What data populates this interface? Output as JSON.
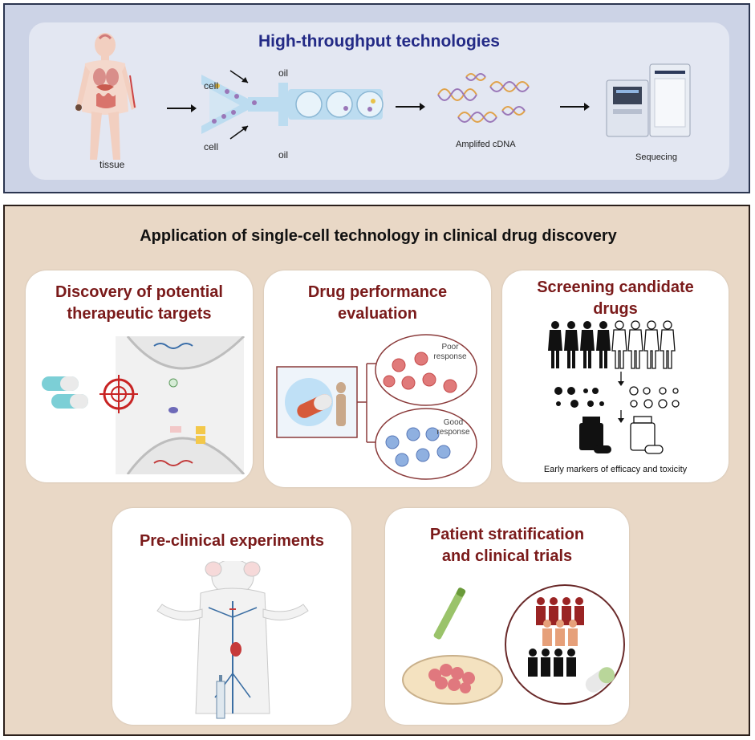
{
  "top": {
    "title": "High-throughput technologies",
    "labels": {
      "tissue": "tissue",
      "cell_upper": "cell",
      "cell_lower": "cell",
      "oil_upper": "oil",
      "oil_lower": "oil",
      "cdna": "Amplifed cDNA",
      "sequencing": "Sequecing"
    }
  },
  "bottom": {
    "title": "Application of single-cell technology in clinical drug discovery",
    "cards": {
      "targets": {
        "title_line1": "Discovery of potential",
        "title_line2": "therapeutic targets"
      },
      "performance": {
        "title_line1": "Drug performance",
        "title_line2": "evaluation",
        "poor_line1": "Poor",
        "poor_line2": "response",
        "good_line1": "Good",
        "good_line2": "response"
      },
      "screening": {
        "title_line1": "Screening candidate",
        "title_line2": "drugs",
        "caption": "Early markers of efficacy and toxicity"
      },
      "preclinical": {
        "title": "Pre-clinical experiments"
      },
      "stratification": {
        "title_line1": "Patient stratification",
        "title_line2": "and clinical trials"
      }
    }
  },
  "colors": {
    "top_title": "#232a86",
    "card_title": "#7a1a1a",
    "top_bg": "#ccd3e6",
    "bottom_bg": "#e9d8c6"
  }
}
